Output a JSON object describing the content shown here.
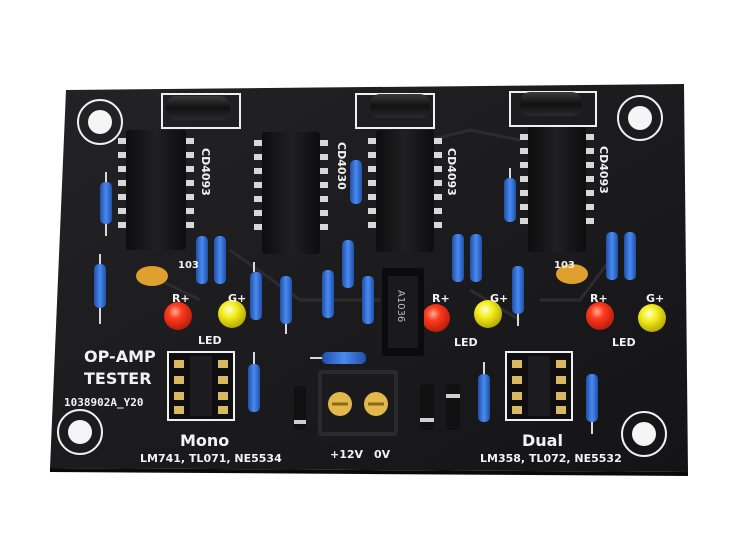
{
  "board": {
    "title_line1": "OP-AMP",
    "title_line2": "TESTER",
    "part_code": "1038902A_Y20",
    "mono_label": "Mono",
    "mono_models": "LM741, TL071, NE5534",
    "dual_label": "Dual",
    "dual_models": "LM358, TL072, NE5532",
    "power_plus": "+12V",
    "power_zero": "0V",
    "led_text": "LED",
    "red_led_label": "R+",
    "green_led_label": "G+",
    "chip_label_a": "CD4093",
    "chip_label_b": "CD4030",
    "cap_value": "103",
    "regulator_text": "A1036",
    "colors": {
      "background": "#ffffff",
      "pcb": "#1c1c1e",
      "silkscreen": "#f2f2f2",
      "resistor_body": "#2f6fd6",
      "led_red": "#ff3b1f",
      "led_yellow": "#f4ec1c",
      "ceramic_cap": "#e0a030"
    }
  }
}
